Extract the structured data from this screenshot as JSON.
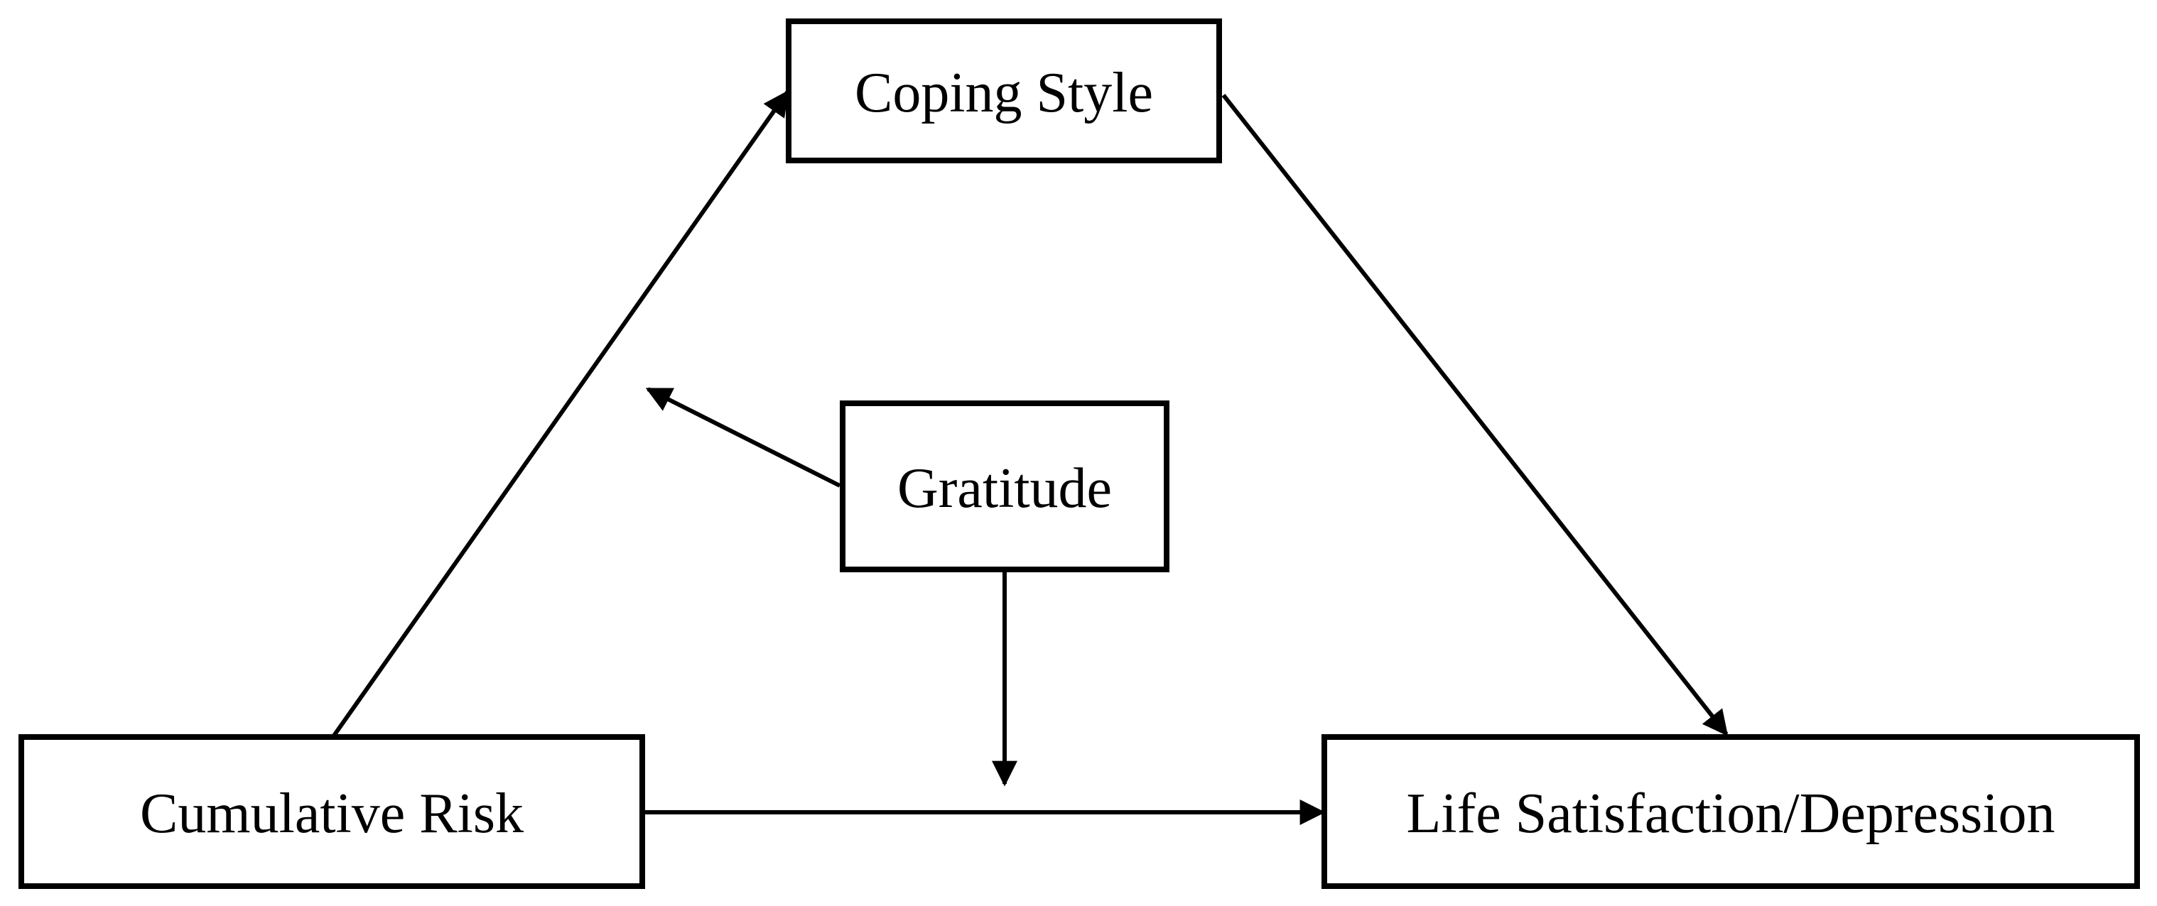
{
  "diagram": {
    "nodes": {
      "coping_style": {
        "label": "Coping Style"
      },
      "gratitude": {
        "label": "Gratitude"
      },
      "cumulative_risk": {
        "label": "Cumulative Risk"
      },
      "outcome": {
        "label": "Life Satisfaction/Depression"
      }
    },
    "edges": [
      {
        "from": "Cumulative Risk",
        "to": "Coping Style"
      },
      {
        "from": "Coping Style",
        "to": "Life Satisfaction/Depression"
      },
      {
        "from": "Cumulative Risk",
        "to": "Life Satisfaction/Depression"
      },
      {
        "from": "Gratitude",
        "to": "path: Cumulative Risk → Coping Style"
      },
      {
        "from": "Gratitude",
        "to": "path: Cumulative Risk → Life Satisfaction/Depression"
      }
    ],
    "colors": {
      "stroke": "#000000",
      "background": "#ffffff"
    }
  }
}
